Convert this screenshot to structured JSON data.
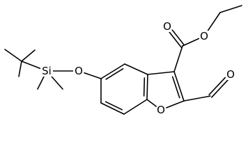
{
  "molecule": {
    "atoms": [
      {
        "id": "me1",
        "label": ""
      },
      {
        "id": "me2",
        "label": ""
      },
      {
        "id": "me3",
        "label": ""
      },
      {
        "id": "ctert",
        "label": ""
      },
      {
        "id": "si",
        "label": "Si"
      },
      {
        "id": "mesi1",
        "label": ""
      },
      {
        "id": "mesi2",
        "label": ""
      },
      {
        "id": "o_ether",
        "label": "O"
      },
      {
        "id": "c5",
        "label": ""
      },
      {
        "id": "c4",
        "label": ""
      },
      {
        "id": "c3a",
        "label": ""
      },
      {
        "id": "c7a",
        "label": ""
      },
      {
        "id": "c7",
        "label": ""
      },
      {
        "id": "c6",
        "label": ""
      },
      {
        "id": "o1",
        "label": "O"
      },
      {
        "id": "c2",
        "label": ""
      },
      {
        "id": "c3",
        "label": ""
      },
      {
        "id": "c_ester",
        "label": ""
      },
      {
        "id": "o_carbonyl",
        "label": "O"
      },
      {
        "id": "o_ester",
        "label": "O"
      },
      {
        "id": "ch2",
        "label": ""
      },
      {
        "id": "ch3",
        "label": ""
      },
      {
        "id": "c_cho",
        "label": ""
      },
      {
        "id": "o_cho",
        "label": "O"
      }
    ],
    "bonds": [
      {
        "a": "me1",
        "b": "ctert",
        "order": 1
      },
      {
        "a": "me2",
        "b": "ctert",
        "order": 1
      },
      {
        "a": "me3",
        "b": "ctert",
        "order": 1
      },
      {
        "a": "ctert",
        "b": "si",
        "order": 1
      },
      {
        "a": "si",
        "b": "mesi1",
        "order": 1
      },
      {
        "a": "si",
        "b": "mesi2",
        "order": 1
      },
      {
        "a": "si",
        "b": "o_ether",
        "order": 1
      },
      {
        "a": "o_ether",
        "b": "c5",
        "order": 1
      },
      {
        "a": "c5",
        "b": "c4",
        "order": 2
      },
      {
        "a": "c4",
        "b": "c3a",
        "order": 1
      },
      {
        "a": "c3a",
        "b": "c7a",
        "order": 2
      },
      {
        "a": "c7a",
        "b": "c7",
        "order": 1
      },
      {
        "a": "c7",
        "b": "c6",
        "order": 2
      },
      {
        "a": "c6",
        "b": "c5",
        "order": 1
      },
      {
        "a": "c7a",
        "b": "o1",
        "order": 1
      },
      {
        "a": "o1",
        "b": "c2",
        "order": 1
      },
      {
        "a": "c2",
        "b": "c3",
        "order": 2
      },
      {
        "a": "c3",
        "b": "c3a",
        "order": 1
      },
      {
        "a": "c3",
        "b": "c_ester",
        "order": 1
      },
      {
        "a": "c_ester",
        "b": "o_carbonyl",
        "order": 2
      },
      {
        "a": "c_ester",
        "b": "o_ester",
        "order": 1
      },
      {
        "a": "o_ester",
        "b": "ch2",
        "order": 1
      },
      {
        "a": "ch2",
        "b": "ch3",
        "order": 1
      },
      {
        "a": "c2",
        "b": "c_cho",
        "order": 1
      },
      {
        "a": "c_cho",
        "b": "o_cho",
        "order": 2
      }
    ]
  }
}
